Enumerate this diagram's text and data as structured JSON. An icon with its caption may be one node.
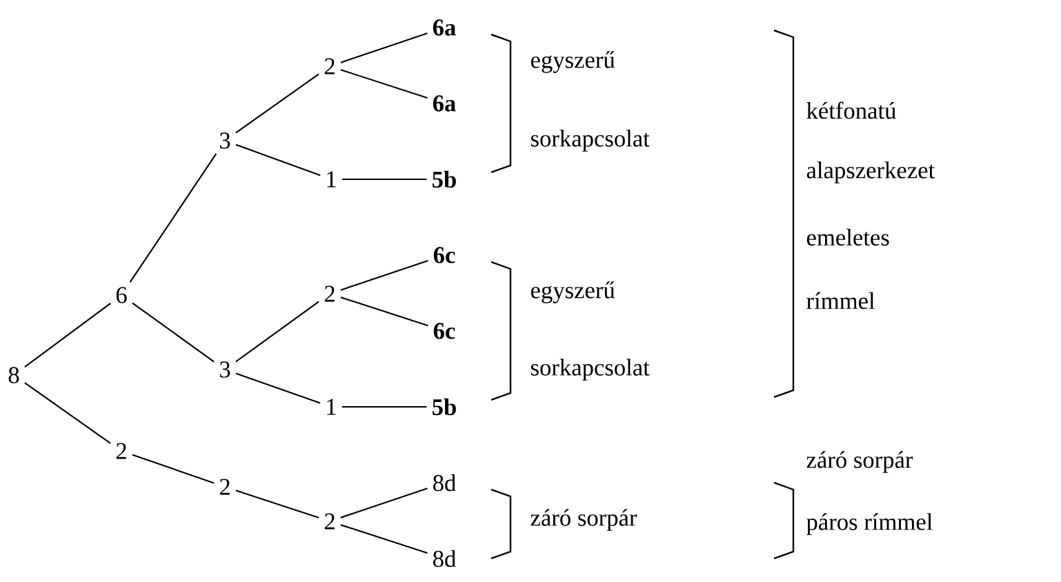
{
  "diagram": {
    "nodes": [
      {
        "text": [
          "8"
        ]
      },
      {
        "text": [
          "6"
        ]
      },
      {
        "text": [
          "3"
        ]
      },
      {
        "text": [
          "2"
        ]
      },
      {
        "text": [
          "6a"
        ]
      },
      {
        "text": [
          "6a"
        ]
      },
      {
        "text": [
          "1"
        ]
      },
      {
        "text": [
          "5b"
        ]
      },
      {
        "text": [
          "3"
        ]
      },
      {
        "text": [
          "2"
        ]
      },
      {
        "text": [
          "6c"
        ]
      },
      {
        "text": [
          "6c"
        ]
      },
      {
        "text": [
          "1"
        ]
      },
      {
        "text": [
          "5b"
        ]
      },
      {
        "text": [
          "2"
        ]
      },
      {
        "text": [
          "2"
        ]
      },
      {
        "text": [
          "2"
        ]
      },
      {
        "text": [
          "8d"
        ]
      },
      {
        "text": [
          "8d"
        ]
      }
    ],
    "edges": [
      {
        "from": 0,
        "to": 1,
        "arrow": "none"
      },
      {
        "from": 1,
        "to": 2,
        "arrow": "none"
      },
      {
        "from": 2,
        "to": 3,
        "arrow": "none"
      },
      {
        "from": 3,
        "to": 4,
        "arrow": "none"
      },
      {
        "from": 3,
        "to": 5,
        "arrow": "none"
      },
      {
        "from": 2,
        "to": 6,
        "arrow": "none"
      },
      {
        "from": 6,
        "to": 7,
        "arrow": "none"
      },
      {
        "from": 1,
        "to": 8,
        "arrow": "none"
      },
      {
        "from": 8,
        "to": 9,
        "arrow": "none"
      },
      {
        "from": 9,
        "to": 10,
        "arrow": "none"
      },
      {
        "from": 9,
        "to": 11,
        "arrow": "none"
      },
      {
        "from": 8,
        "to": 12,
        "arrow": "none"
      },
      {
        "from": 12,
        "to": 13,
        "arrow": "none"
      },
      {
        "from": 0,
        "to": 14,
        "arrow": "none"
      },
      {
        "from": 14,
        "to": 15,
        "arrow": "none"
      },
      {
        "from": 15,
        "to": 16,
        "arrow": "none"
      },
      {
        "from": 16,
        "to": 17,
        "arrow": "none"
      },
      {
        "from": 16,
        "to": 18,
        "arrow": "none"
      }
    ],
    "labels": [
      "egyszerű",
      "sorkapcsolat",
      "kétfonatú",
      "alapszerkezet",
      "emeletes",
      "rímmel",
      "egyszerű",
      "sorkapcsolat",
      "záró sorpár",
      "záró sorpár",
      "páros rímmel"
    ]
  }
}
